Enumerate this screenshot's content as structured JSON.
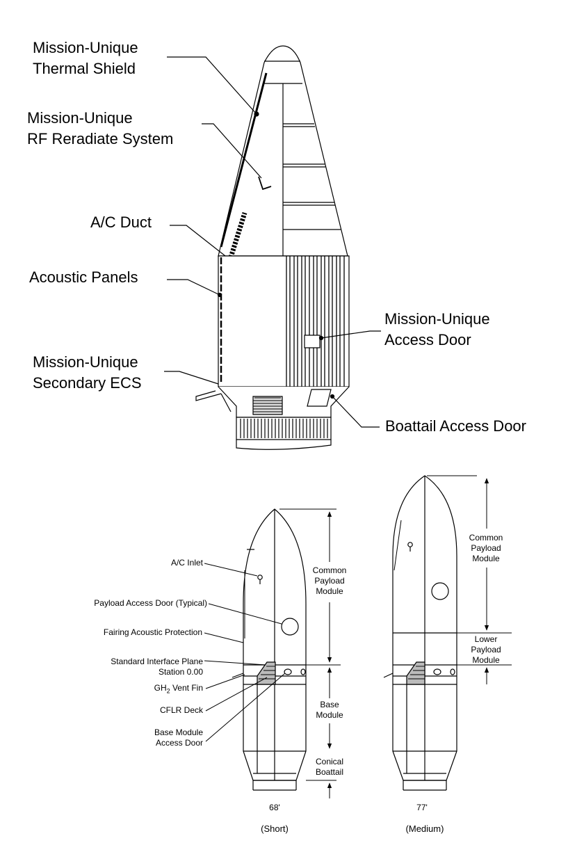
{
  "top_figure": {
    "labels": {
      "thermal_shield": [
        "Mission-Unique",
        "Thermal Shield"
      ],
      "rf_reradiate": [
        "Mission-Unique",
        "RF Reradiate System"
      ],
      "ac_duct": "A/C Duct",
      "acoustic_panels": "Acoustic Panels",
      "secondary_ecs": [
        "Mission-Unique",
        "Secondary ECS"
      ],
      "access_door": [
        "Mission-Unique",
        "Access Door"
      ],
      "boattail_access_door": "Boattail Access Door"
    }
  },
  "short_fairing": {
    "labels": {
      "ac_inlet": "A/C Inlet",
      "payload_access_door": "Payload Access Door (Typical)",
      "fairing_acoustic_protection": "Fairing Acoustic Protection",
      "standard_interface_plane": [
        "Standard Interface Plane",
        "Station 0.00"
      ],
      "gh2_vent_fin_prefix": "GH",
      "gh2_vent_fin_sub": "2",
      "gh2_vent_fin_suffix": " Vent Fin",
      "cflr_deck": "CFLR Deck",
      "base_module_access_door": [
        "Base Module",
        "Access Door"
      ]
    },
    "dimensions": {
      "common_payload_module": [
        "Common",
        "Payload",
        "Module"
      ],
      "base_module": [
        "Base",
        "Module"
      ],
      "conical_boattail": [
        "Conical",
        "Boattail"
      ]
    },
    "length": "68'",
    "caption": "(Short)"
  },
  "medium_fairing": {
    "dimensions": {
      "common_payload_module": [
        "Common",
        "Payload",
        "Module"
      ],
      "lower_payload_module": [
        "Lower",
        "Payload",
        "Module"
      ]
    },
    "length": "77'",
    "caption": "(Medium)"
  }
}
